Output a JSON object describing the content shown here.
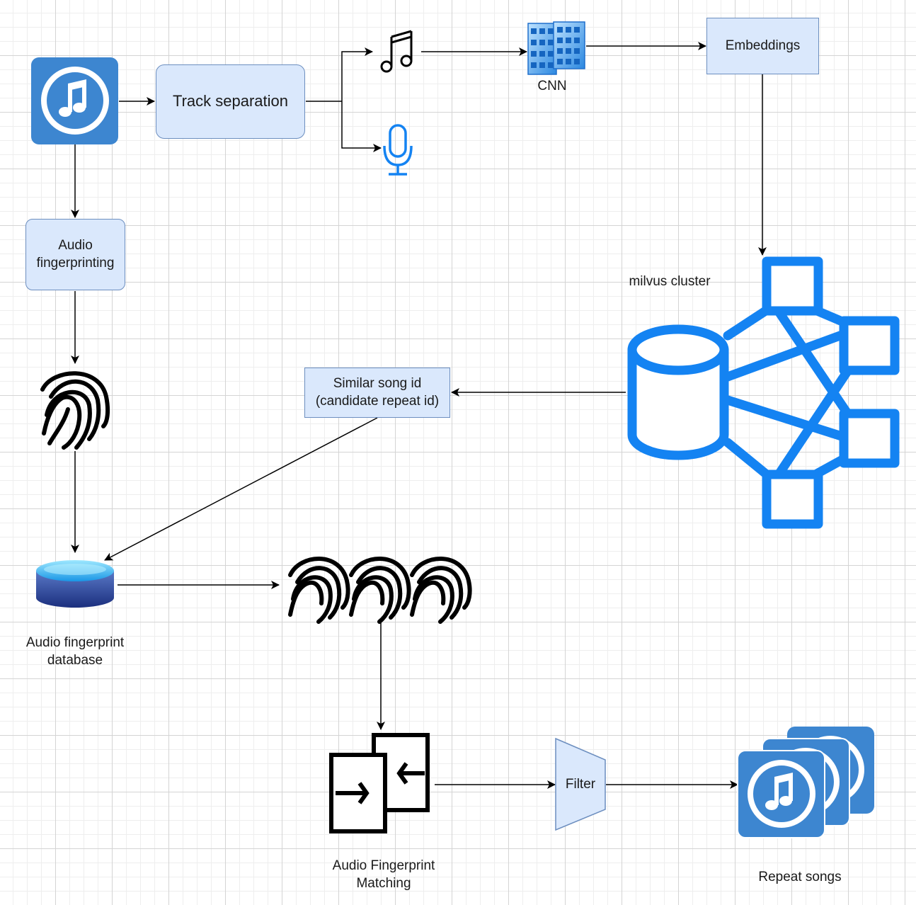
{
  "nodes": {
    "track_separation": "Track separation",
    "audio_fingerprinting": [
      "Audio",
      "fingerprinting"
    ],
    "cnn": "CNN",
    "embeddings": "Embeddings",
    "milvus_cluster": "milvus cluster",
    "similar_song": [
      "Similar song id",
      "(candidate repeat id)"
    ],
    "fp_database": [
      "Audio fingerprint",
      "database"
    ],
    "fp_matching": [
      "Audio Fingerprint",
      "Matching"
    ],
    "filter": "Filter",
    "repeat_songs": "Repeat songs"
  },
  "icons": {
    "song_file": "music-file-icon",
    "music_track": "music-note-icon",
    "vocal_track": "microphone-icon",
    "cnn": "neural-network-icon",
    "milvus": "database-cluster-icon",
    "fingerprint": "fingerprint-icon",
    "database": "database-icon",
    "matching": "compare-icon",
    "filter": "filter-icon",
    "repeat_songs": "music-files-stack-icon"
  },
  "colors": {
    "box_fill": "#dae8fc",
    "box_stroke": "#6c8ebf",
    "music_tile": "#3d86d0",
    "accent_blue": "#1483f2"
  }
}
